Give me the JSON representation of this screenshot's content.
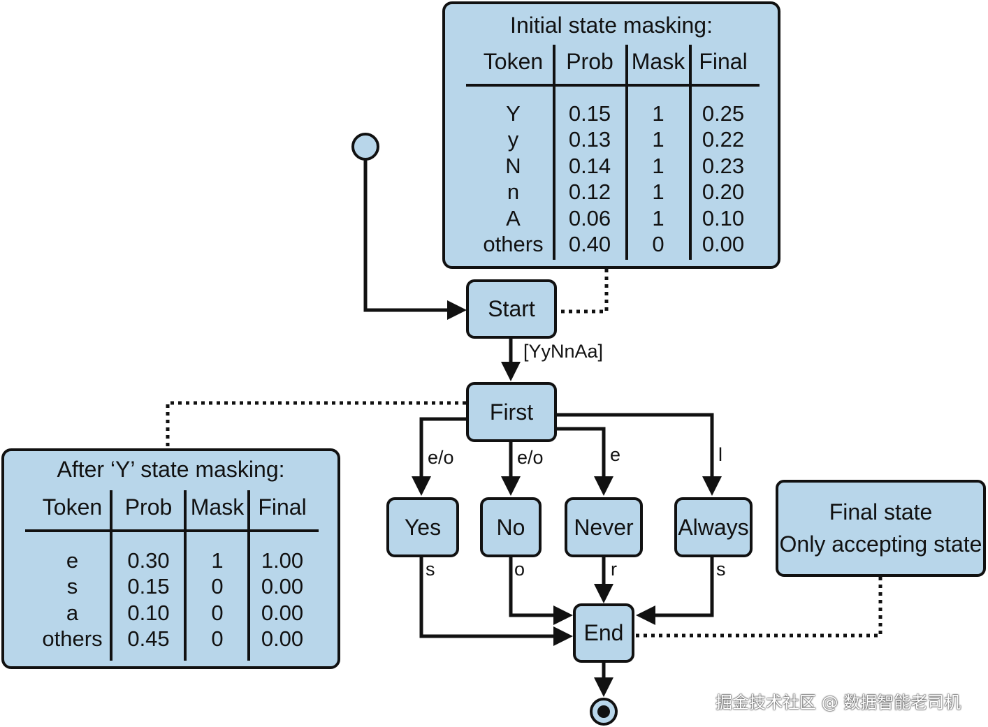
{
  "initial_table": {
    "title": "Initial state masking:",
    "headers": [
      "Token",
      "Prob",
      "Mask",
      "Final"
    ],
    "rows": [
      [
        "Y",
        "0.15",
        "1",
        "0.25"
      ],
      [
        "y",
        "0.13",
        "1",
        "0.22"
      ],
      [
        "N",
        "0.14",
        "1",
        "0.23"
      ],
      [
        "n",
        "0.12",
        "1",
        "0.20"
      ],
      [
        "A",
        "0.06",
        "1",
        "0.10"
      ],
      [
        "others",
        "0.40",
        "0",
        "0.00"
      ]
    ]
  },
  "after_y_table": {
    "title": "After ‘Y’ state masking:",
    "headers": [
      "Token",
      "Prob",
      "Mask",
      "Final"
    ],
    "rows": [
      [
        "e",
        "0.30",
        "1",
        "1.00"
      ],
      [
        "s",
        "0.15",
        "0",
        "0.00"
      ],
      [
        "a",
        "0.10",
        "0",
        "0.00"
      ],
      [
        "others",
        "0.45",
        "0",
        "0.00"
      ]
    ]
  },
  "nodes": {
    "start": "Start",
    "first": "First",
    "yes": "Yes",
    "no": "No",
    "never": "Never",
    "always": "Always",
    "end": "End"
  },
  "edge_labels": {
    "start_first": "[YyNnAa]",
    "first_yes": "e/o",
    "first_no": "e/o",
    "first_never": "e",
    "first_always": "l",
    "yes_end": "s",
    "no_end": "o",
    "never_end": "r",
    "always_end": "s"
  },
  "final_state_note": {
    "line1": "Final state",
    "line2": "Only accepting state"
  },
  "watermark": "掘金技术社区 @ 数据智能老司机",
  "colors": {
    "fill": "#b8d6ea",
    "stroke": "#111111"
  }
}
